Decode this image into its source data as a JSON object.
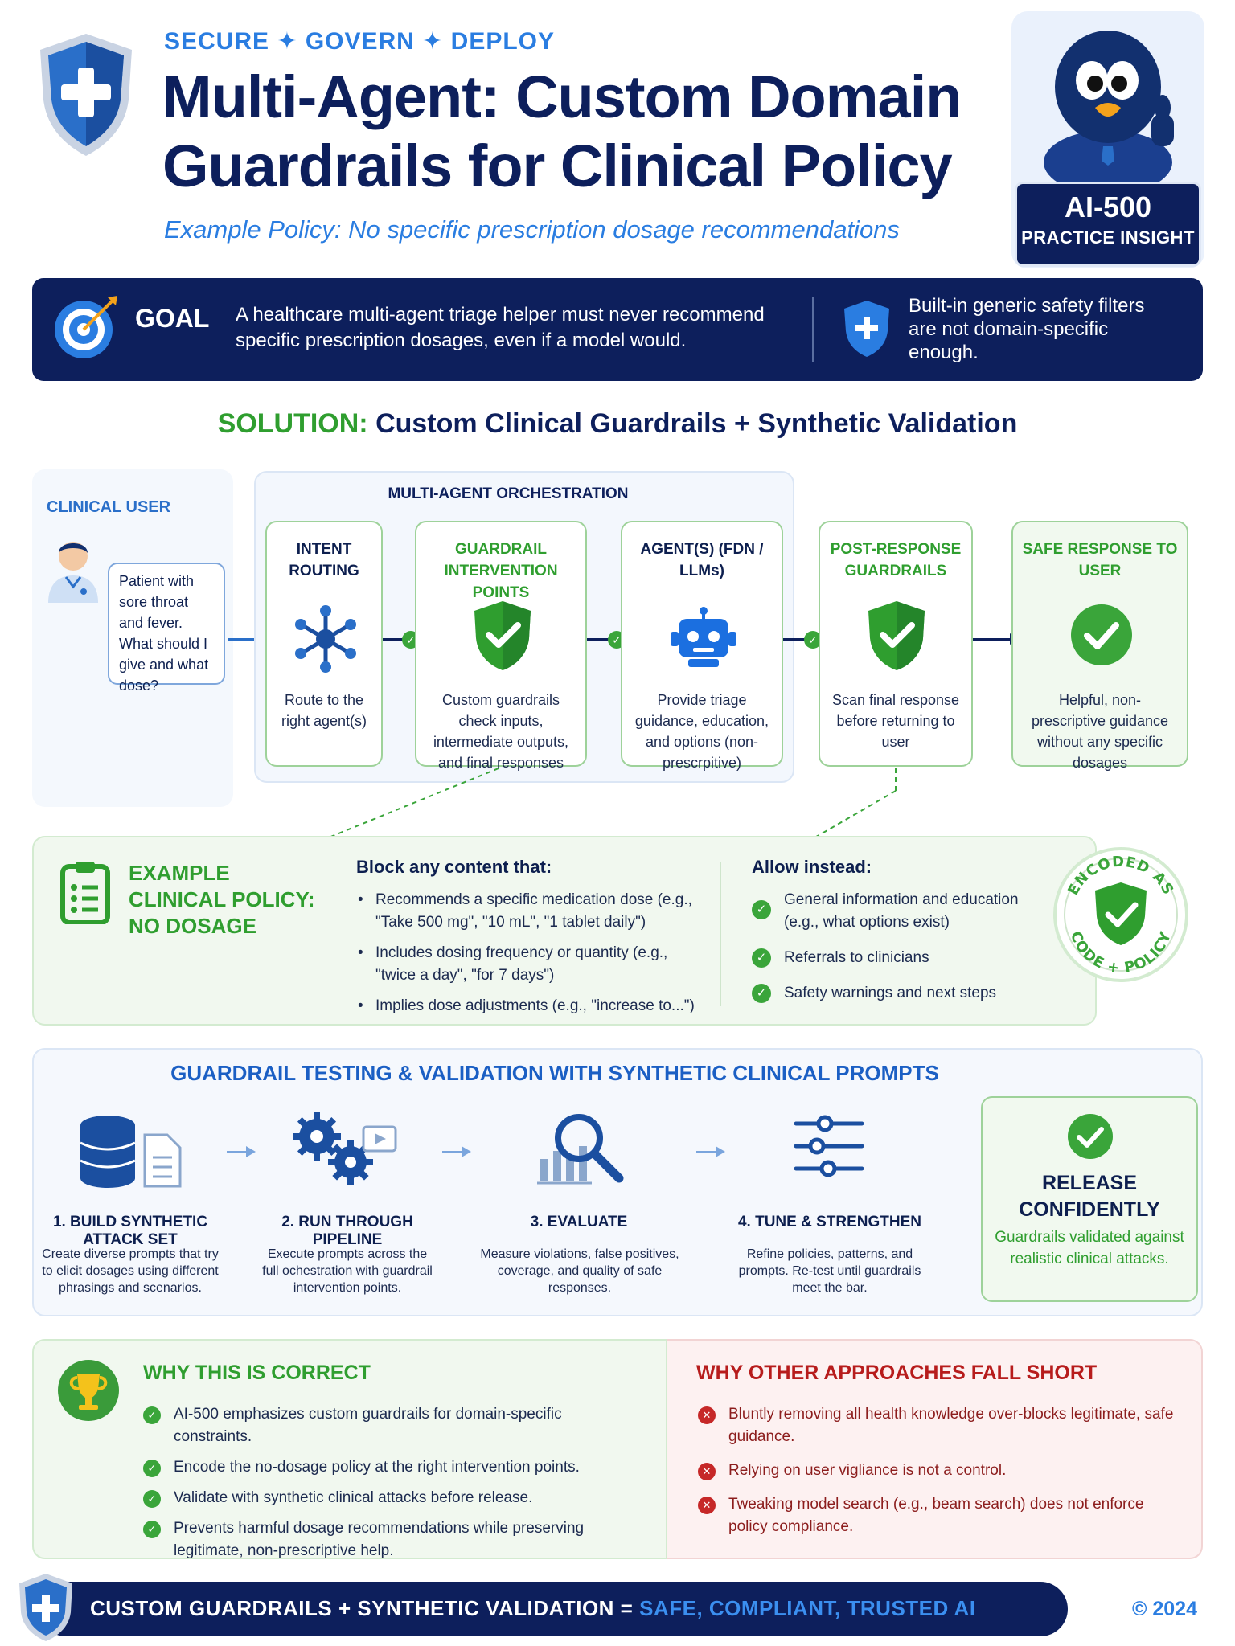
{
  "header": {
    "kicker": "SECURE ✦ GOVERN ✦ DEPLOY",
    "title": "Multi-Agent: Custom Domain Guardrails for Clinical Policy",
    "subtitle": "Example Policy: No specific prescription dosage recommendations",
    "badge_title": "AI-500",
    "badge_subtitle": "PRACTICE INSIGHT"
  },
  "goal": {
    "label": "GOAL",
    "text": "A healthcare multi-agent triage helper must never recommend specific prescription dosages, even if a model would.",
    "note": "Built-in generic safety filters are not domain-specific enough."
  },
  "solution": {
    "prefix": "SOLUTION:",
    "text": "Custom Clinical Guardrails + Synthetic Validation"
  },
  "flow": {
    "user_label": "CLINICAL USER",
    "user_question": "Patient with sore throat and fever. What should I give and what dose?",
    "orchestration_label": "MULTI-AGENT ORCHESTRATION",
    "cards": [
      {
        "title": "INTENT ROUTING",
        "desc": "Route to the right agent(s)"
      },
      {
        "title": "GUARDRAIL INTERVENTION POINTS",
        "desc": "Custom guardrails check inputs, intermediate outputs, and final responses"
      },
      {
        "title": "AGENT(S) (FDN / LLMs)",
        "desc": "Provide triage guidance, education, and options (non-prescrpitive)"
      },
      {
        "title": "POST-RESPONSE GUARDRAILS",
        "desc": "Scan final response before returning to user"
      },
      {
        "title": "SAFE RESPONSE TO USER",
        "desc": "Helpful, non-prescriptive guidance without any specific dosages"
      }
    ]
  },
  "policy": {
    "title": "EXAMPLE CLINICAL POLICY: NO DOSAGE",
    "block_heading": "Block any content that:",
    "block_items": [
      "Recommends a specific medication dose (e.g., \"Take 500 mg\", \"10 mL\", \"1 tablet daily\")",
      "Includes dosing frequency or quantity (e.g., \"twice a day\", \"for 7 days\")",
      "Implies dose adjustments (e.g., \"increase to...\")"
    ],
    "allow_heading": "Allow instead:",
    "allow_items": [
      "General information and education (e.g., what options exist)",
      "Referrals to clinicians",
      "Safety warnings and next steps"
    ],
    "stamp_top": "ENCODED AS",
    "stamp_bottom": "CODE + POLICY"
  },
  "testing": {
    "title": "GUARDRAIL TESTING & VALIDATION WITH SYNTHETIC CLINICAL PROMPTS",
    "steps": [
      {
        "title": "1. BUILD SYNTHETIC ATTACK SET",
        "desc": "Create diverse prompts that try to elicit dosages using different phrasings and scenarios."
      },
      {
        "title": "2. RUN THROUGH PIPELINE",
        "desc": "Execute prompts across the full ochestration with guardrail intervention points."
      },
      {
        "title": "3. EVALUATE",
        "desc": "Measure violations, false positives, coverage, and quality of safe responses."
      },
      {
        "title": "4. TUNE & STRENGTHEN",
        "desc": "Refine policies, patterns, and prompts. Re-test until guardrails meet the bar."
      }
    ],
    "release_title": "RELEASE CONFIDENTLY",
    "release_desc": "Guardrails validated against realistic clinical attacks."
  },
  "why": {
    "correct_title": "WHY THIS IS CORRECT",
    "correct_items": [
      "AI-500 emphasizes custom guardrails for domain-specific constraints.",
      "Encode the no-dosage policy at the right intervention points.",
      "Validate with synthetic clinical attacks before release.",
      "Prevents harmful dosage recommendations while preserving legitimate, non-prescriptive help."
    ],
    "wrong_title": "WHY OTHER APPROACHES FALL SHORT",
    "wrong_items": [
      "Bluntly removing all health knowledge over-blocks legitimate, safe guidance.",
      "Relying on user vigliance is not a control.",
      "Tweaking model search (e.g., beam search) does not enforce policy compliance."
    ]
  },
  "footer": {
    "text_main": "CUSTOM GUARDRAILS + SYNTHETIC VALIDATION =",
    "text_highlight": "SAFE, COMPLIANT, TRUSTED AI",
    "copyright": "© 2024"
  },
  "colors": {
    "navy": "#0d1f5c",
    "accent_blue": "#2a7de1",
    "green": "#2f9e2f",
    "red": "#c62828"
  }
}
